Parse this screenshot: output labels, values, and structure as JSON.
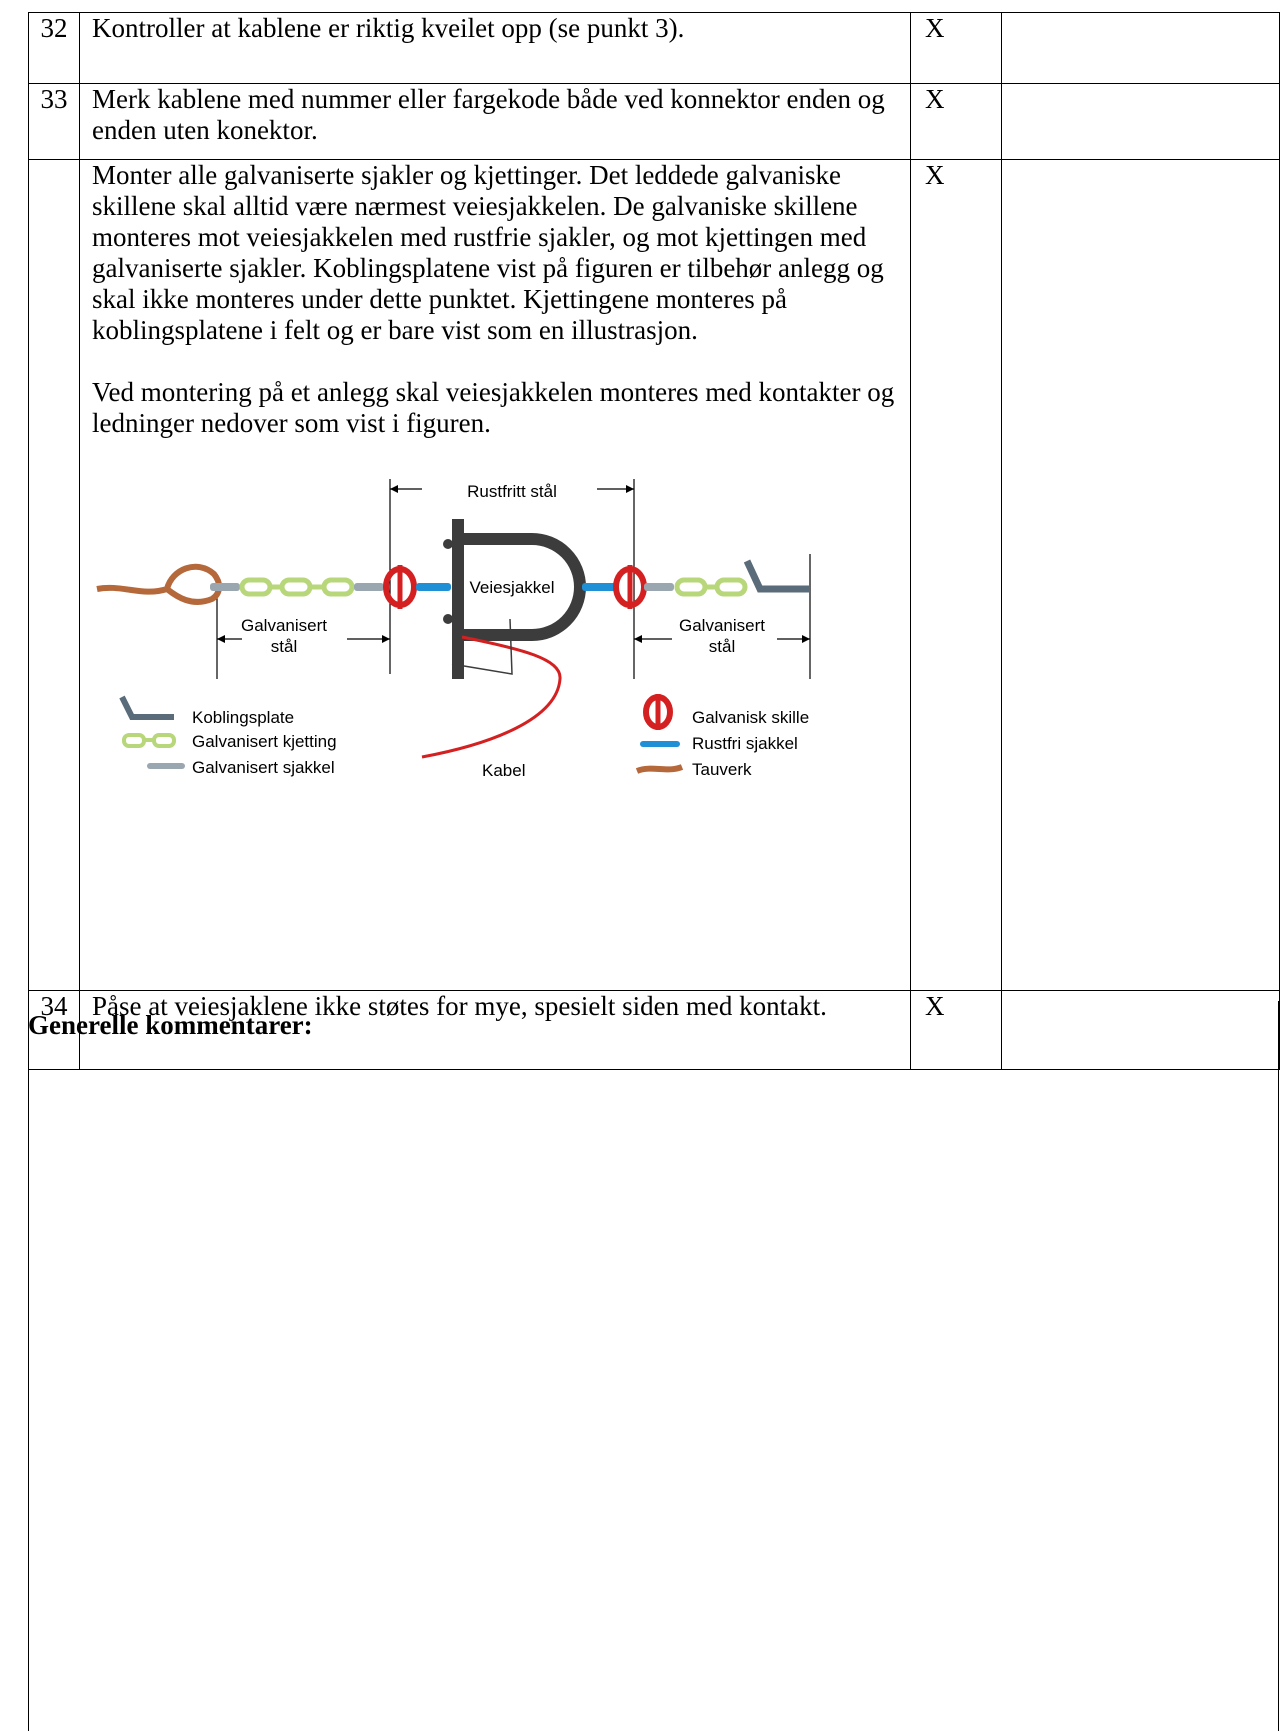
{
  "rows": [
    {
      "num": "32",
      "text": "Kontroller at kablene er riktig kveilet opp (se punkt 3).",
      "mark": "X"
    },
    {
      "num": "33",
      "text": "Merk kablene med nummer eller fargekode både ved konnektor enden og enden uten konektor.",
      "mark": "X"
    },
    {
      "num": "",
      "paragraphs": [
        "Monter alle galvaniserte sjakler og kjettinger. Det leddede galvaniske skillene skal alltid være nærmest veiesjakkelen. De galvaniske skillene monteres mot veiesjakkelen med rustfrie sjakler, og mot kjettingen med galvaniserte sjakler. Koblingsplatene vist på figuren er tilbehør anlegg og skal ikke monteres under dette punktet. Kjettingene monteres på koblingsplatene i felt og er bare vist som en illustrasjon.",
        "Ved montering på et anlegg skal veiesjakkelen monteres med kontakter og ledninger nedover som vist i figuren."
      ],
      "mark": "X"
    },
    {
      "num": "34",
      "text": "Påse at veiesjaklene ikke støtes for mye, spesielt siden med kontakt.",
      "mark": "X"
    }
  ],
  "figure": {
    "labels": {
      "rustfritt": "Rustfritt stål",
      "veiesjakkel": "Veiesjakkel",
      "galv_left_1": "Galvanisert",
      "galv_left_2": "stål",
      "galv_right_1": "Galvanisert",
      "galv_right_2": "stål",
      "kabel": "Kabel"
    },
    "legend_left": [
      "Koblingsplate",
      "Galvanisert kjetting",
      "Galvanisert sjakkel"
    ],
    "legend_right": [
      "Galvanisk skille",
      "Rustfri sjakkel",
      "Tauverk"
    ],
    "colors": {
      "rope": "#b5683a",
      "chain": "#b7d77a",
      "galv_shackle": "#9aa7b0",
      "stainless_shackle": "#1f8fd6",
      "isolator": "#d42020",
      "plate": "#5a6b7a",
      "body": "#3c3c3c",
      "cable": "#d42020"
    }
  },
  "comments": {
    "title": "Generelle kommentarer:"
  }
}
